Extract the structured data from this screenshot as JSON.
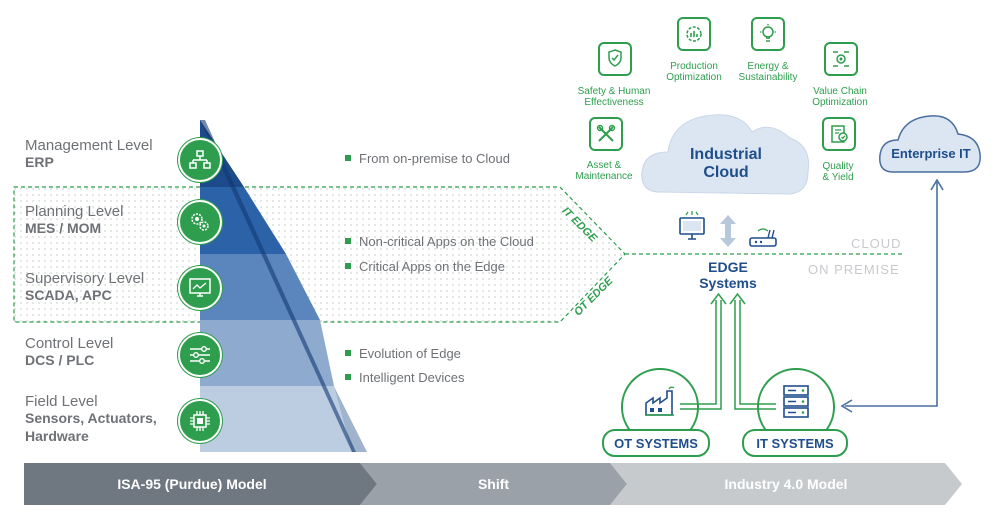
{
  "levels": [
    {
      "name": "Management Level",
      "system": "ERP",
      "icon": "org-chart-icon"
    },
    {
      "name": "Planning Level",
      "system": "MES / MOM",
      "icon": "gears-icon"
    },
    {
      "name": "Supervisory Level",
      "system": "SCADA, APC",
      "icon": "monitor-icon"
    },
    {
      "name": "Control Level",
      "system": "DCS / PLC",
      "icon": "sliders-icon"
    },
    {
      "name": "Field Level",
      "system": "Sensors, Actuators,",
      "system2": "Hardware",
      "icon": "chip-icon"
    }
  ],
  "bullets": [
    "From on-premise to Cloud",
    "Non-critical Apps on the Cloud",
    "Critical Apps on the Edge",
    "Evolution of Edge",
    "Intelligent Devices"
  ],
  "edge_labels": {
    "it": "IT EDGE",
    "ot": "OT EDGE"
  },
  "apps": [
    {
      "label1": "Safety & Human",
      "label2": "Effectiveness",
      "icon": "shield-hands-icon"
    },
    {
      "label1": "Production",
      "label2": "Optimization",
      "icon": "production-icon"
    },
    {
      "label1": "Energy &",
      "label2": "Sustainability",
      "icon": "bulb-icon"
    },
    {
      "label1": "Value Chain",
      "label2": "Optimization",
      "icon": "value-chain-icon"
    },
    {
      "label1": "Asset &",
      "label2": "Maintenance",
      "icon": "tools-icon"
    },
    {
      "label1": "Quality",
      "label2": "& Yield",
      "icon": "quality-icon"
    }
  ],
  "industrial_cloud": {
    "line1": "Industrial",
    "line2": "Cloud"
  },
  "enterprise_it": "Enterprise IT",
  "zones": {
    "cloud": "CLOUD",
    "on_premise": "ON PREMISE"
  },
  "edge_systems": {
    "line1": "EDGE",
    "line2": "Systems"
  },
  "ot_systems": "OT SYSTEMS",
  "it_systems": "IT SYSTEMS",
  "bottom_band": {
    "left": "ISA-95 (Purdue) Model",
    "middle": "Shift",
    "right": "Industry 4.0 Model"
  },
  "colors": {
    "green": "#2e9e4e",
    "navy": "#1f4e8c",
    "grey_text": "#6e7176",
    "band_dark": "#6f7780",
    "band_mid": "#9aa1a8",
    "band_light": "#c6cacd"
  }
}
